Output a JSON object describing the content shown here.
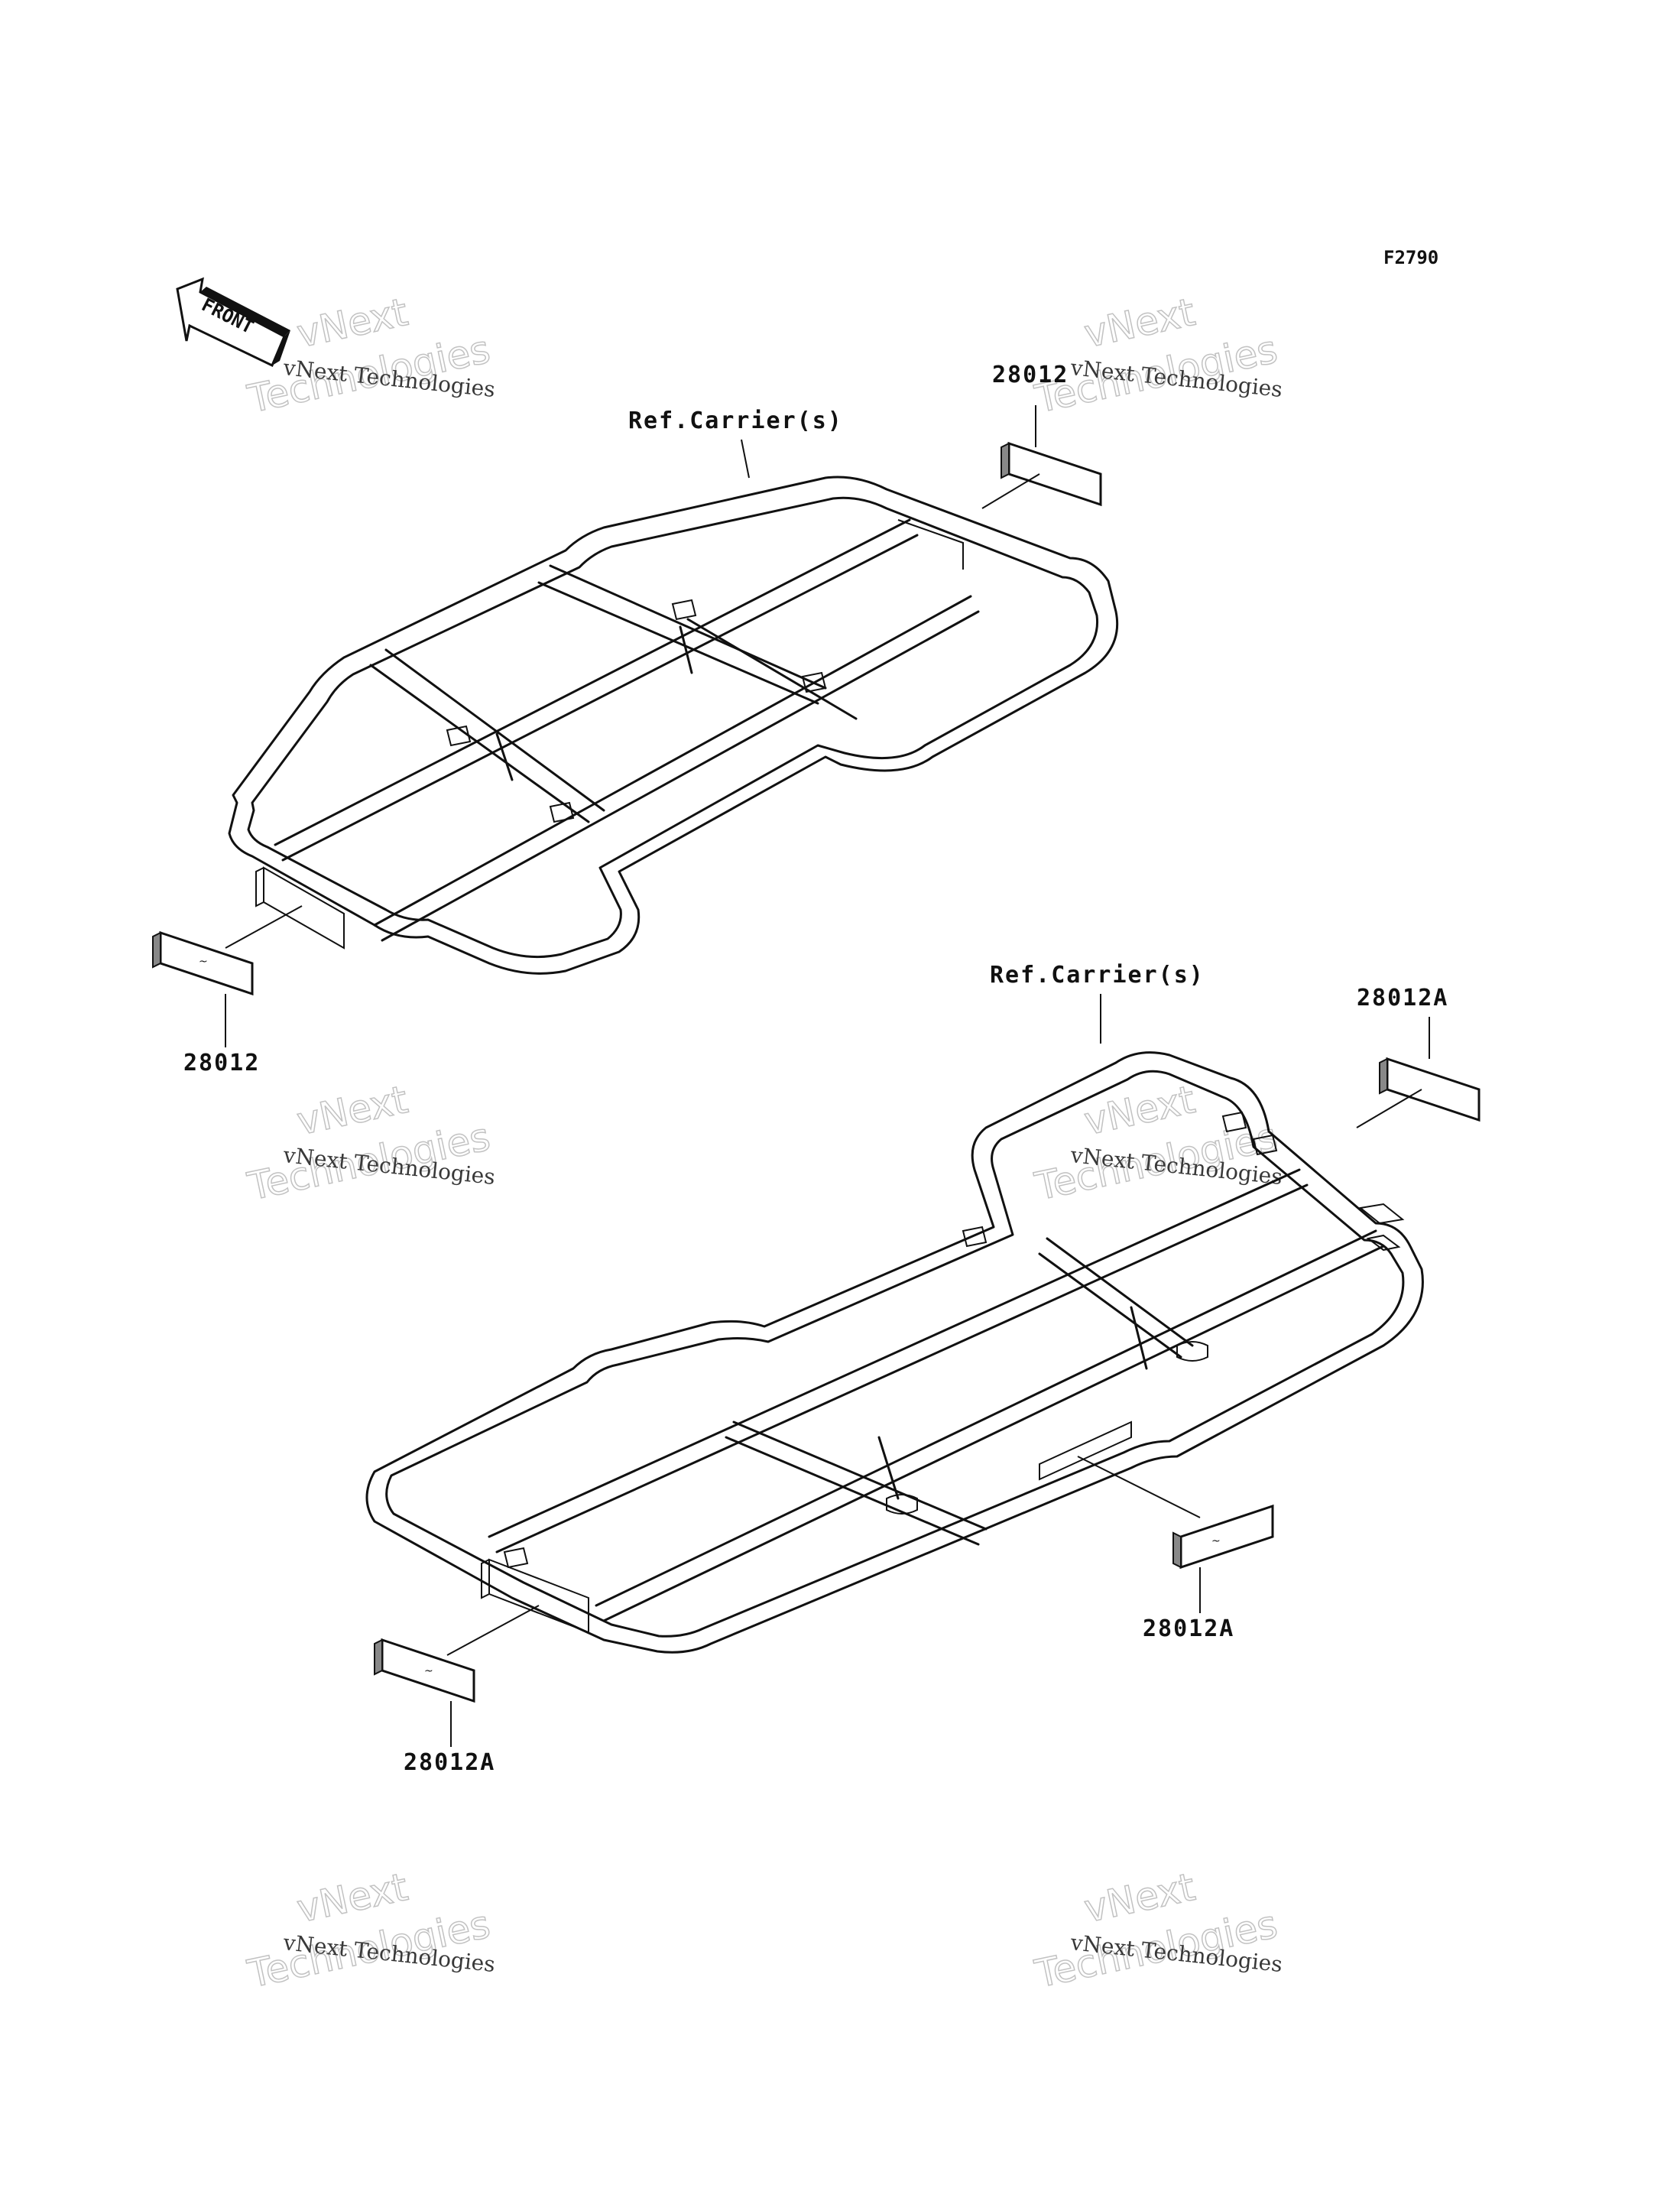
{
  "figure_id": "F2790",
  "front_arrow": {
    "label": "FRONT",
    "icon": "front-arrow-icon"
  },
  "watermark": {
    "line1": "vNext Technologies",
    "line2": "vNext",
    "line3": "Technologies"
  },
  "top_assembly": {
    "ref_label": "Ref.Carrier(s)",
    "part_top_right": "28012",
    "part_bottom_left": "28012"
  },
  "bottom_assembly": {
    "ref_label": "Ref.Carrier(s)",
    "part_top_right": "28012A",
    "part_bottom_right": "28012A",
    "part_bottom_left": "28012A"
  }
}
